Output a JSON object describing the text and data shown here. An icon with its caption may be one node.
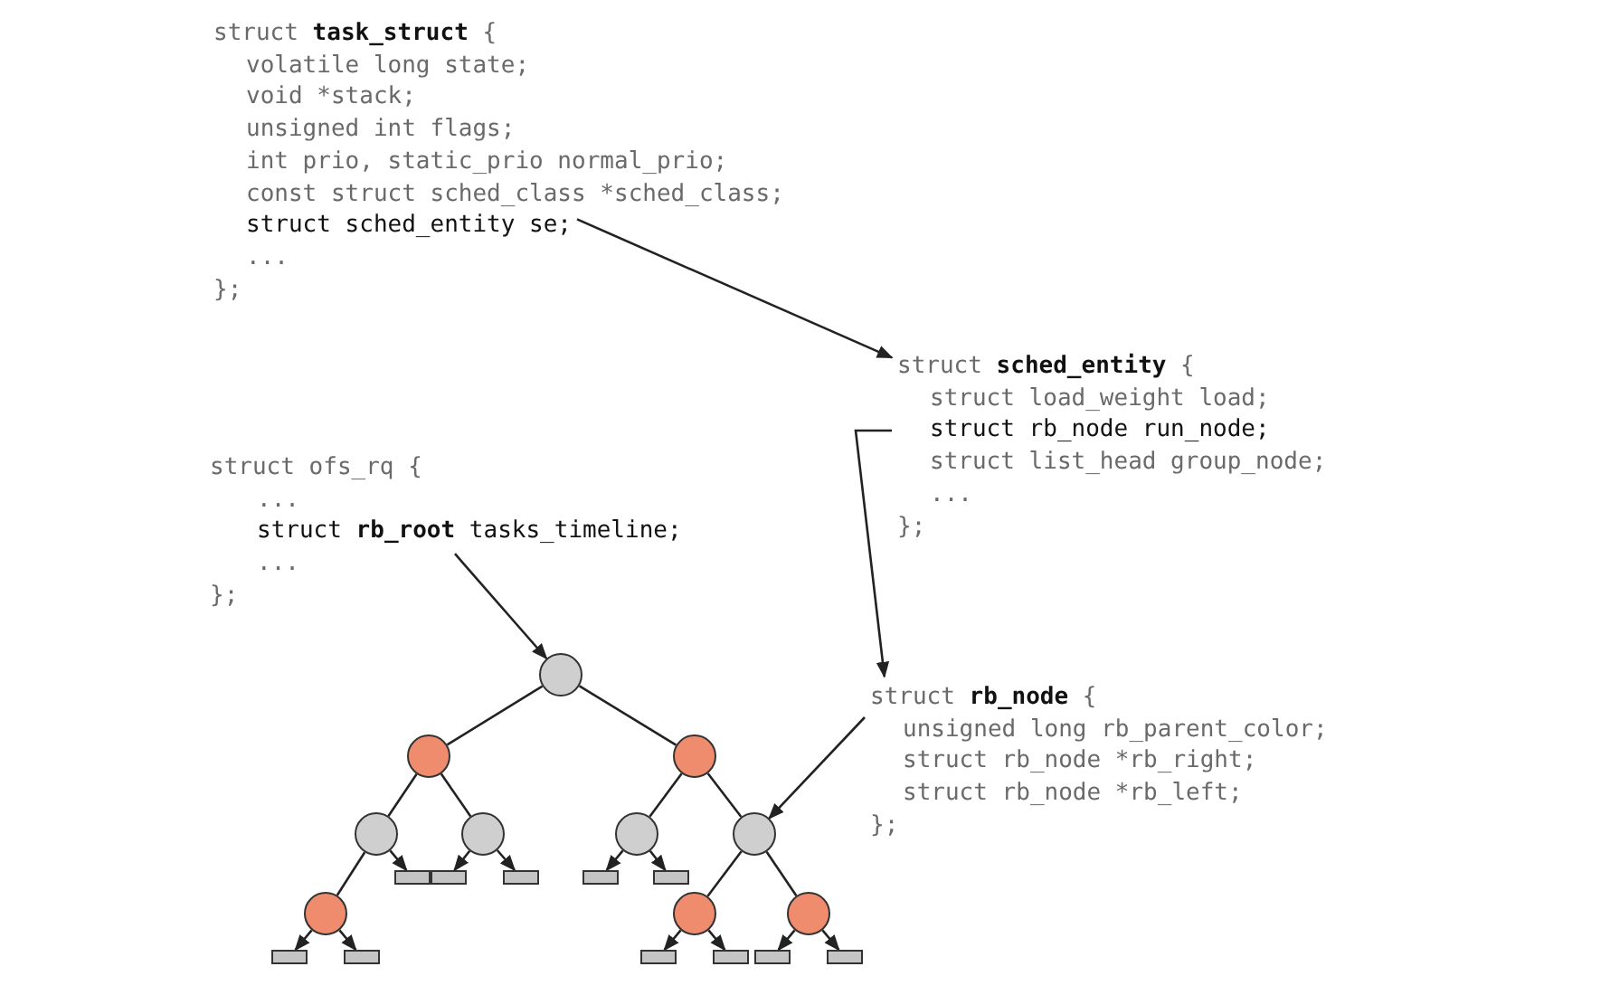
{
  "diagram": {
    "nodes": [
      {
        "text": [
          "struct **task_struct** {",
          "volatile long state;",
          "void *stack;",
          "unsigned int flags;",
          "int prio, static_prio normal_prio;",
          "const struct sched_class *sched_class;",
          "...",
          "};"
        ]
      },
      {
        "text": [
          "struct sched_entity se;"
        ],
        "in": 0
      },
      {
        "text": [
          "struct **sched_entity** {",
          "struct load_weight load;",
          "struct list_head group_node;",
          "...",
          "};"
        ]
      },
      {
        "text": [
          "struct rb_node run_node;"
        ],
        "in": 2
      },
      {
        "text": [
          "struct ofs_rq {",
          "...",
          "...",
          "};"
        ]
      },
      {
        "text": [
          "struct **rb_root** tasks_timeline;"
        ],
        "in": 4
      },
      {
        "text": [
          "struct **rb_node** {",
          "unsigned long rb_parent_color;",
          "struct rb_node *rb_right;",
          "struct rb_node *rb_left;",
          "};"
        ]
      },
      {
        "text": [],
        "shape": "circle"
      },
      {
        "text": [],
        "shape": "circle"
      },
      {
        "text": [],
        "shape": "circle"
      },
      {
        "text": [],
        "shape": "circle"
      },
      {
        "text": [],
        "shape": "circle"
      },
      {
        "text": [],
        "shape": "circle"
      },
      {
        "text": [],
        "shape": "circle"
      },
      {
        "text": [],
        "shape": "circle"
      },
      {
        "text": [],
        "shape": "circle"
      },
      {
        "text": [],
        "shape": "circle"
      },
      {
        "text": [],
        "shape": "bar"
      },
      {
        "text": [],
        "shape": "bar"
      },
      {
        "text": [],
        "shape": "bar"
      },
      {
        "text": [],
        "shape": "bar"
      },
      {
        "text": [],
        "shape": "bar"
      },
      {
        "text": [],
        "shape": "bar"
      },
      {
        "text": [],
        "shape": "bar"
      },
      {
        "text": [],
        "shape": "bar"
      },
      {
        "text": [],
        "shape": "bar"
      },
      {
        "text": [],
        "shape": "bar"
      },
      {
        "text": [],
        "shape": "bar"
      }
    ],
    "edges": [
      {
        "from": 1,
        "to": 2,
        "arrow": "to"
      },
      {
        "from": 3,
        "to": 6,
        "arrow": "to"
      },
      {
        "from": 5,
        "to": 7,
        "arrow": "to"
      },
      {
        "from": 6,
        "to": 13,
        "arrow": "to"
      },
      {
        "from": 7,
        "to": 8,
        "arrow": "none"
      },
      {
        "from": 7,
        "to": 9,
        "arrow": "none"
      },
      {
        "from": 8,
        "to": 10,
        "arrow": "none"
      },
      {
        "from": 8,
        "to": 11,
        "arrow": "none"
      },
      {
        "from": 9,
        "to": 12,
        "arrow": "none"
      },
      {
        "from": 9,
        "to": 13,
        "arrow": "none"
      },
      {
        "from": 10,
        "to": 14,
        "arrow": "none"
      },
      {
        "from": 13,
        "to": 15,
        "arrow": "none"
      },
      {
        "from": 13,
        "to": 16,
        "arrow": "none"
      },
      {
        "from": 10,
        "to": 17,
        "arrow": "to"
      },
      {
        "from": 11,
        "to": 18,
        "arrow": "to"
      },
      {
        "from": 11,
        "to": 19,
        "arrow": "to"
      },
      {
        "from": 12,
        "to": 20,
        "arrow": "to"
      },
      {
        "from": 12,
        "to": 21,
        "arrow": "to"
      },
      {
        "from": 14,
        "to": 22,
        "arrow": "to"
      },
      {
        "from": 14,
        "to": 23,
        "arrow": "to"
      },
      {
        "from": 15,
        "to": 24,
        "arrow": "to"
      },
      {
        "from": 15,
        "to": 25,
        "arrow": "to"
      },
      {
        "from": 16,
        "to": 26,
        "arrow": "to"
      },
      {
        "from": 16,
        "to": 27,
        "arrow": "to"
      }
    ]
  }
}
